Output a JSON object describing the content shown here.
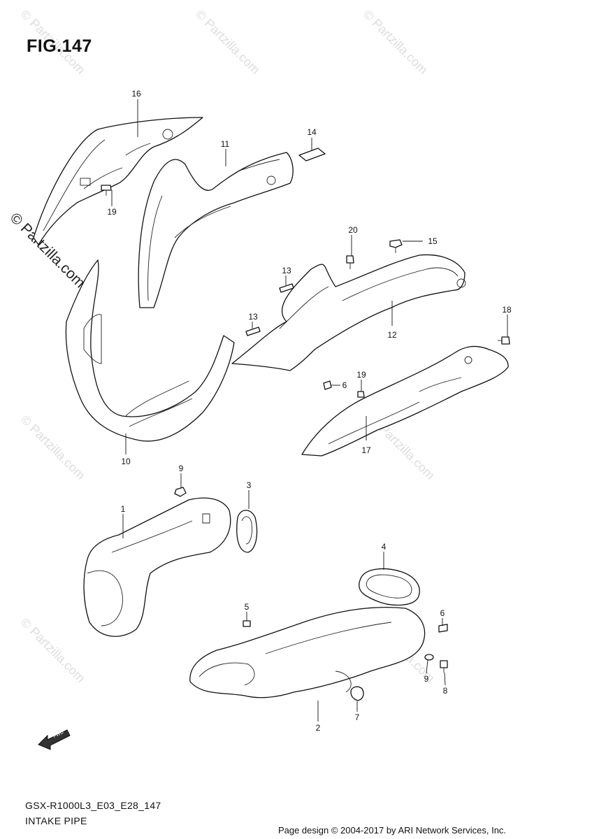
{
  "figure": {
    "title": "FIG.147"
  },
  "diagram_code": "GSX-R1000L3_E03_E28_147",
  "diagram_name": "INTAKE PIPE",
  "copyright": "Page design © 2004-2017 by ARI Network Services, Inc.",
  "watermark": {
    "text": "© Partzilla.com",
    "side_text": "© Partzilla.com"
  },
  "fwd_label": "FWD",
  "callouts": [
    {
      "id": "c16",
      "label": "16"
    },
    {
      "id": "c19a",
      "label": "19"
    },
    {
      "id": "c11",
      "label": "11"
    },
    {
      "id": "c14",
      "label": "14"
    },
    {
      "id": "c20",
      "label": "20"
    },
    {
      "id": "c15",
      "label": "15"
    },
    {
      "id": "c13a",
      "label": "13"
    },
    {
      "id": "c13b",
      "label": "13"
    },
    {
      "id": "c12",
      "label": "12"
    },
    {
      "id": "c18",
      "label": "18"
    },
    {
      "id": "c6a",
      "label": "6"
    },
    {
      "id": "c19b",
      "label": "19"
    },
    {
      "id": "c17",
      "label": "17"
    },
    {
      "id": "c10",
      "label": "10"
    },
    {
      "id": "c9a",
      "label": "9"
    },
    {
      "id": "c3",
      "label": "3"
    },
    {
      "id": "c1",
      "label": "1"
    },
    {
      "id": "c4",
      "label": "4"
    },
    {
      "id": "c5",
      "label": "5"
    },
    {
      "id": "c6b",
      "label": "6"
    },
    {
      "id": "c9b",
      "label": "9"
    },
    {
      "id": "c8",
      "label": "8"
    },
    {
      "id": "c2",
      "label": "2"
    },
    {
      "id": "c7",
      "label": "7"
    }
  ]
}
